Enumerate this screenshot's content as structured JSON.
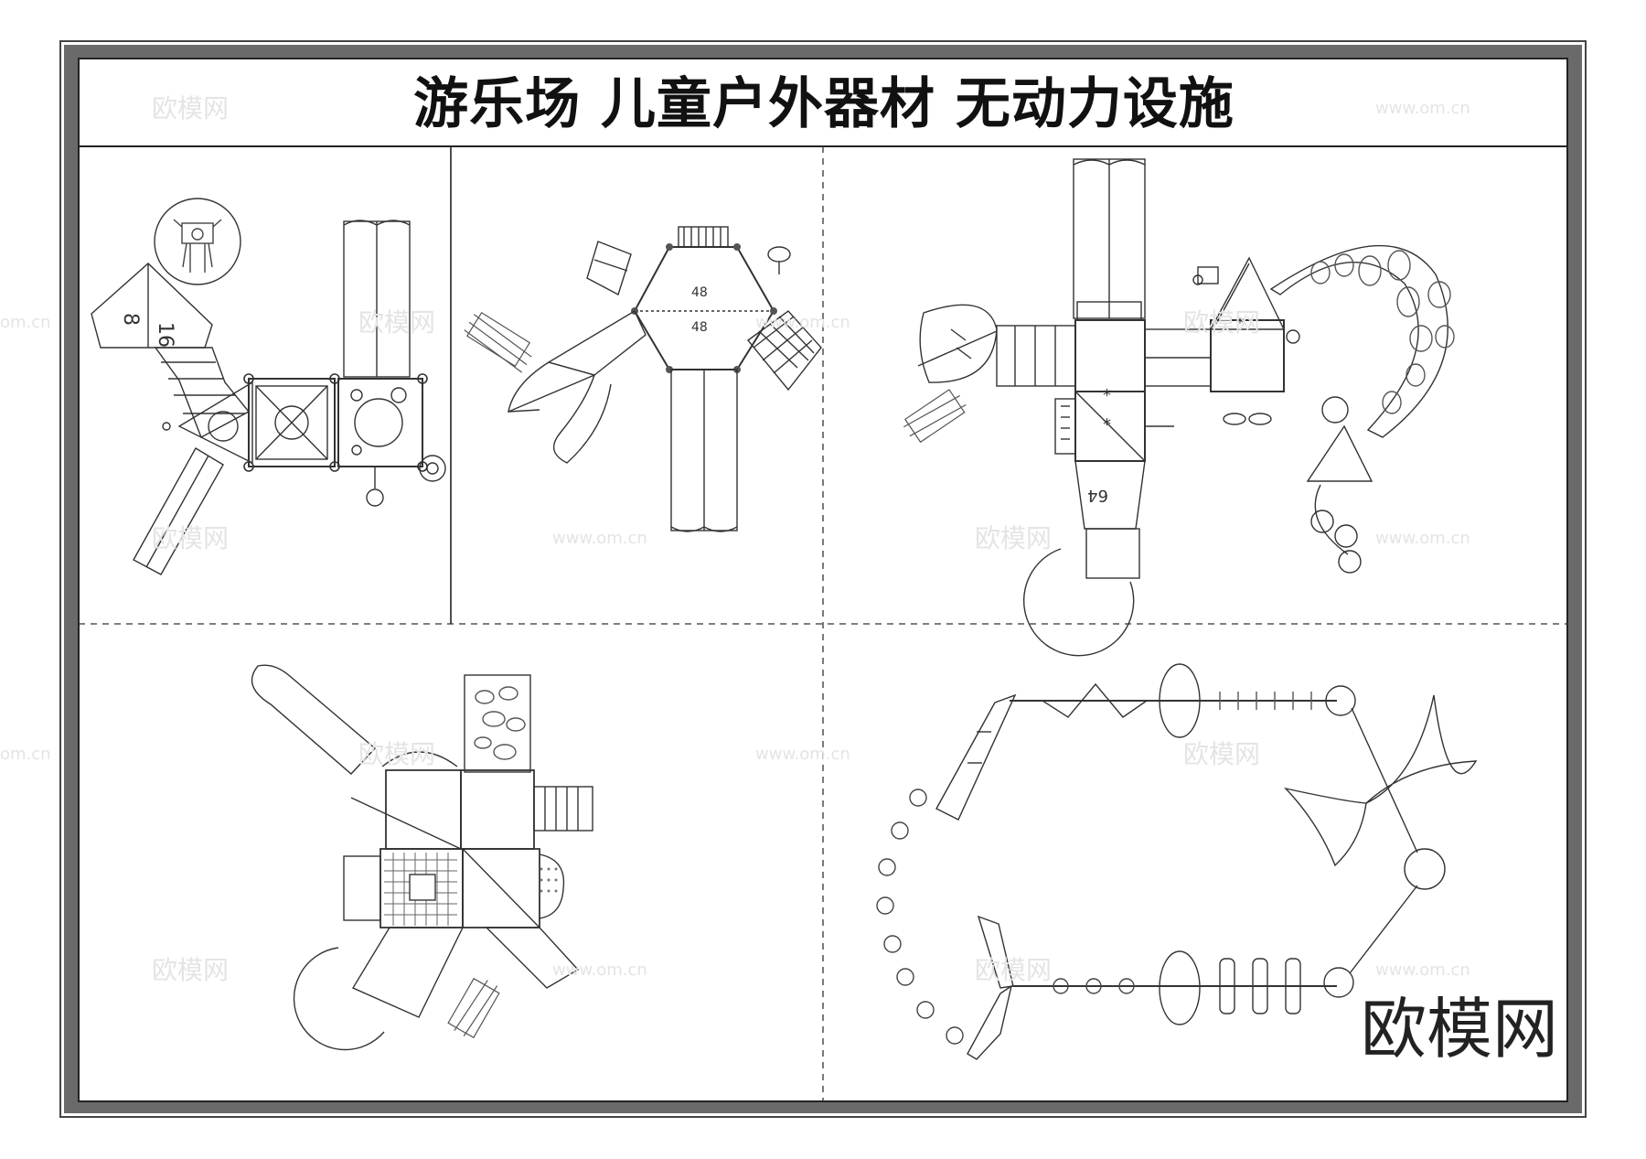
{
  "title": "游乐场 儿童户外器材 无动力设施",
  "brand": "欧模网",
  "watermarks": {
    "cn": "欧模网",
    "url": "www.om.cn",
    "url_partial": "om.cn"
  },
  "plan_labels": {
    "a_top": "8",
    "a_bottom": "16",
    "b_upper": "48",
    "b_lower": "48",
    "c_slide": "64"
  }
}
